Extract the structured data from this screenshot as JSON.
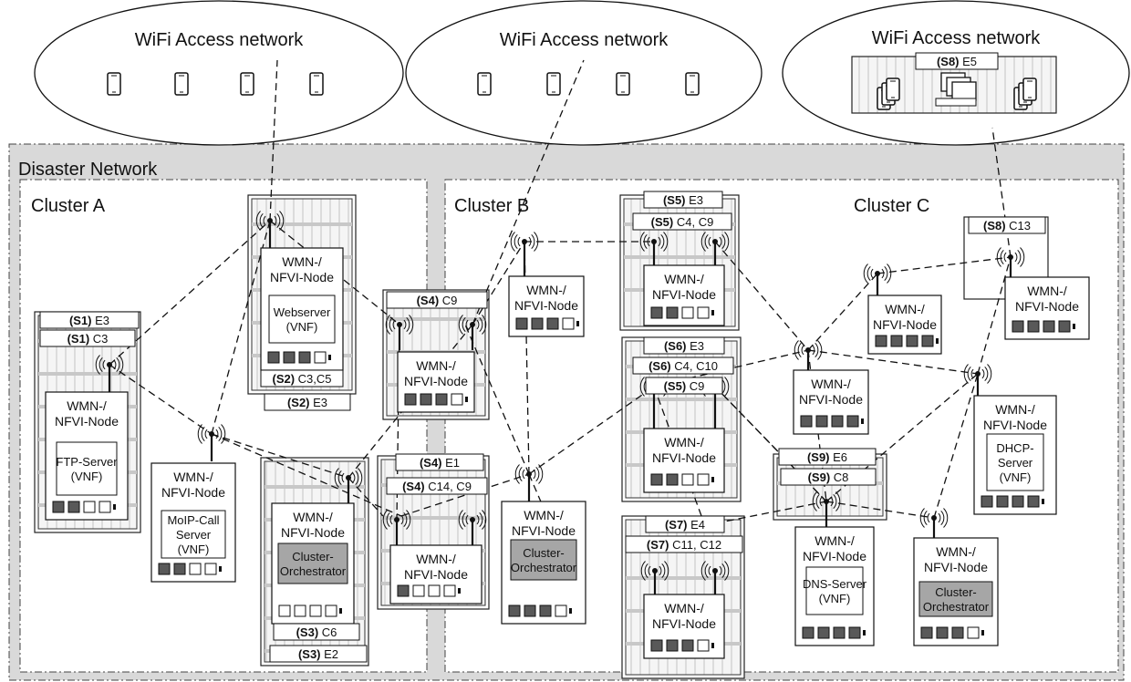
{
  "wifi_networks": [
    {
      "label": "WiFi Access network"
    },
    {
      "label": "WiFi Access network"
    },
    {
      "label": "WiFi Access network"
    }
  ],
  "disaster_network": {
    "label": "Disaster Network"
  },
  "clusters": {
    "a": "Cluster A",
    "b": "Cluster B",
    "c": "Cluster C"
  },
  "node_label_line1": "WMN-/",
  "node_label_line2": "NFVI-Node",
  "vnfs": {
    "ftp": [
      "FTP-Server",
      "(VNF)"
    ],
    "web": [
      "Webserver",
      "(VNF)"
    ],
    "moip": [
      "MoIP-Call",
      "Server",
      "(VNF)"
    ],
    "orch": [
      "Cluster-",
      "Orchestrator"
    ],
    "dns": [
      "DNS-Server",
      "(VNF)"
    ],
    "dhcp": [
      "DHCP-",
      "Server",
      "(VNF)"
    ]
  },
  "tags": {
    "s1e3": {
      "bold": "(S1)",
      "text": " E3"
    },
    "s1c3": {
      "bold": "(S1)",
      "text": " C3"
    },
    "s2c": {
      "bold": "(S2)",
      "text": " C3,C5"
    },
    "s2e3": {
      "bold": "(S2)",
      "text": " E3"
    },
    "s3c6": {
      "bold": "(S3)",
      "text": " C6"
    },
    "s3e2": {
      "bold": "(S3)",
      "text": " E2"
    },
    "s4c9": {
      "bold": "(S4)",
      "text": " C9"
    },
    "s4e1": {
      "bold": "(S4)",
      "text": " E1"
    },
    "s4c14": {
      "bold": "(S4)",
      "text": " C14, C9"
    },
    "s5e3": {
      "bold": "(S5)",
      "text": " E3"
    },
    "s5c4": {
      "bold": "(S5)",
      "text": " C4, C9"
    },
    "s6e3": {
      "bold": "(S6)",
      "text": " E3"
    },
    "s6c4": {
      "bold": "(S6)",
      "text": " C4, C10"
    },
    "s5c9": {
      "bold": "(S5)",
      "text": " C9"
    },
    "s7e4": {
      "bold": "(S7)",
      "text": " E4"
    },
    "s7c11": {
      "bold": "(S7)",
      "text": " C11, C12"
    },
    "s8c13": {
      "bold": "(S8)",
      "text": " C13"
    },
    "s9e6": {
      "bold": "(S9)",
      "text": " E6"
    },
    "s9c8": {
      "bold": "(S9)",
      "text": " C8"
    },
    "s8e5": {
      "bold": "(S8)",
      "text": " E5"
    }
  },
  "colors": {
    "frame": "#d9d9d9",
    "slot_filled": "#595959",
    "orchestrator_fill": "#a6a6a6",
    "line": "#111111"
  }
}
